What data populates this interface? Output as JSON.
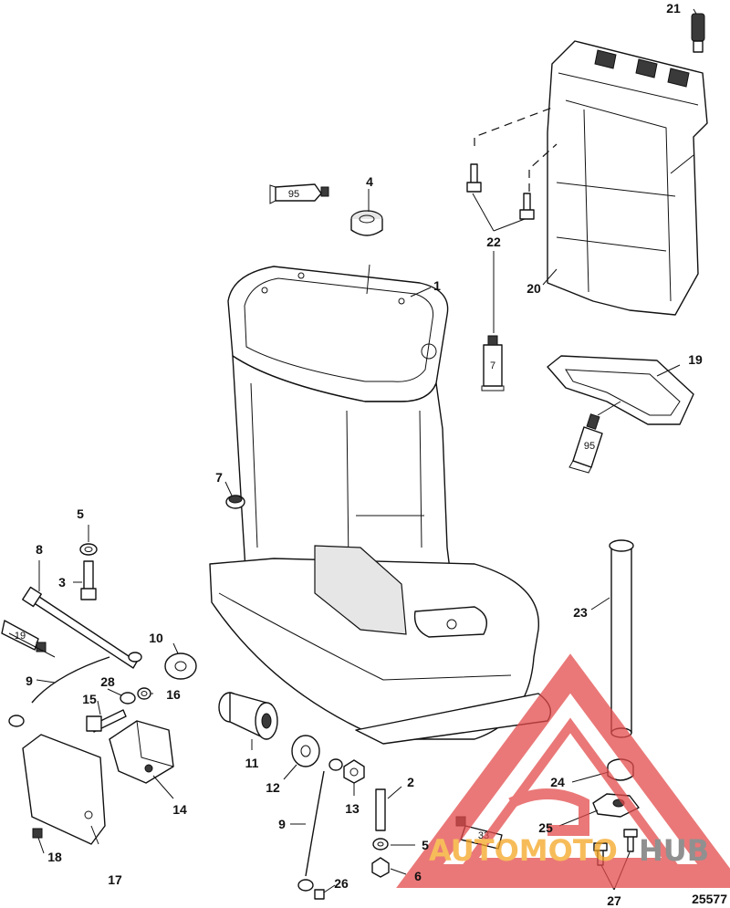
{
  "diagram": {
    "figure_number": "25577",
    "callouts": [
      "1",
      "2",
      "3",
      "4",
      "5",
      "5",
      "6",
      "7",
      "7",
      "8",
      "9",
      "9",
      "10",
      "11",
      "12",
      "13",
      "14",
      "15",
      "16",
      "17",
      "18",
      "19",
      "20",
      "21",
      "22",
      "23",
      "24",
      "25",
      "26",
      "27",
      "28"
    ],
    "tube_labels": {
      "tube_95_top": "95",
      "tube_7": "7",
      "tube_95_right": "95",
      "tube_19": "19",
      "tube_33": "33"
    }
  },
  "watermark": {
    "word_orange": "AUTOMOTO",
    "word_gray": "HUB",
    "colors": {
      "triangle": "#e34b4b",
      "orange": "#f5a623",
      "gray": "#6b6b6b"
    }
  }
}
